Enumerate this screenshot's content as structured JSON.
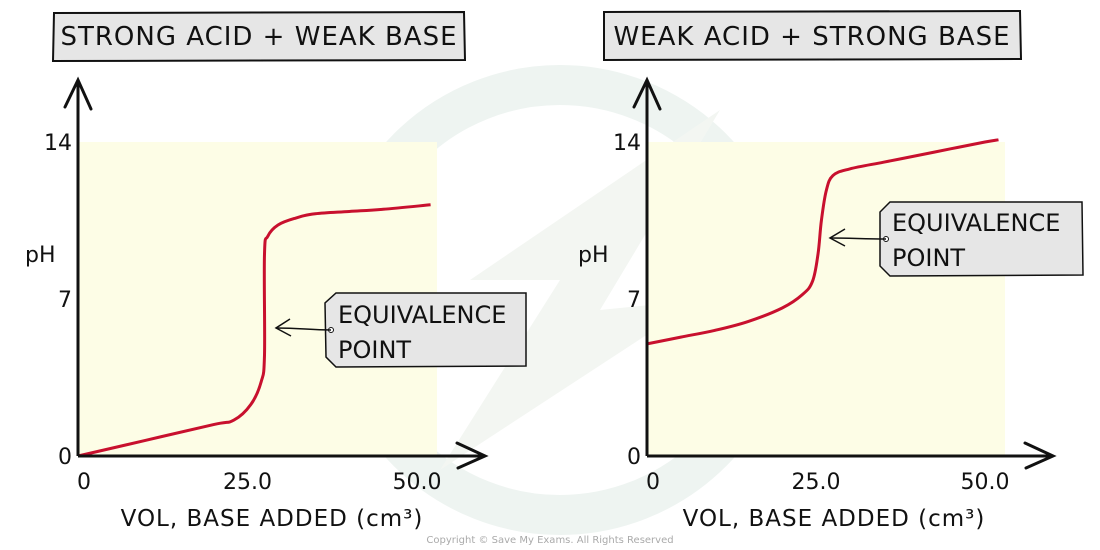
{
  "colors": {
    "curve": "#c8102e",
    "plot_fill": "#fdfde6",
    "box_fill": "#e6e6e6",
    "axis": "#111111",
    "watermark": "#eef3ee"
  },
  "copyright": "Copyright © Save My Exams. All Rights Reserved",
  "chart_data": [
    {
      "type": "line",
      "title": "STRONG ACID + WEAK BASE",
      "xlabel": "VOL, BASE ADDED (cm³)",
      "ylabel": "pH",
      "xlim": [
        0,
        50
      ],
      "ylim": [
        0,
        14
      ],
      "x_ticks": [
        "0",
        "25.0",
        "50.0"
      ],
      "y_ticks": [
        "0",
        "7",
        "14"
      ],
      "annotation": {
        "text_line1": "EQUIVALENCE",
        "text_line2": "POINT",
        "x": 27.5,
        "y": 5.7
      },
      "series": [
        {
          "name": "titration curve",
          "x": [
            0,
            10,
            20,
            23,
            25.5,
            27,
            27.5,
            27.5,
            28,
            29.5,
            32,
            35,
            40,
            45,
            52
          ],
          "y": [
            0,
            0.7,
            1.4,
            1.6,
            2.3,
            3.3,
            4.5,
            9,
            9.8,
            10.3,
            10.6,
            10.8,
            10.9,
            11.0,
            11.2
          ]
        }
      ],
      "grid": false
    },
    {
      "type": "line",
      "title": "WEAK ACID + STRONG BASE",
      "xlabel": "VOL, BASE ADDED (cm³)",
      "ylabel": "pH",
      "xlim": [
        0,
        50
      ],
      "ylim": [
        0,
        14
      ],
      "x_ticks": [
        "0",
        "25.0",
        "50.0"
      ],
      "y_ticks": [
        "0",
        "7",
        "14"
      ],
      "annotation": {
        "text_line1": "EQUIVALENCE",
        "text_line2": "POINT",
        "x": 26,
        "y": 9.6
      },
      "series": [
        {
          "name": "titration curve",
          "x": [
            0,
            5,
            10,
            15,
            20,
            23,
            24.5,
            25.3,
            25.8,
            26.5,
            27.5,
            30,
            35,
            40,
            45,
            50,
            52
          ],
          "y": [
            5,
            5.3,
            5.6,
            6.0,
            6.6,
            7.2,
            7.8,
            9,
            10.5,
            11.8,
            12.5,
            12.8,
            13.1,
            13.4,
            13.7,
            14.0,
            14.1
          ]
        }
      ],
      "grid": false
    }
  ]
}
